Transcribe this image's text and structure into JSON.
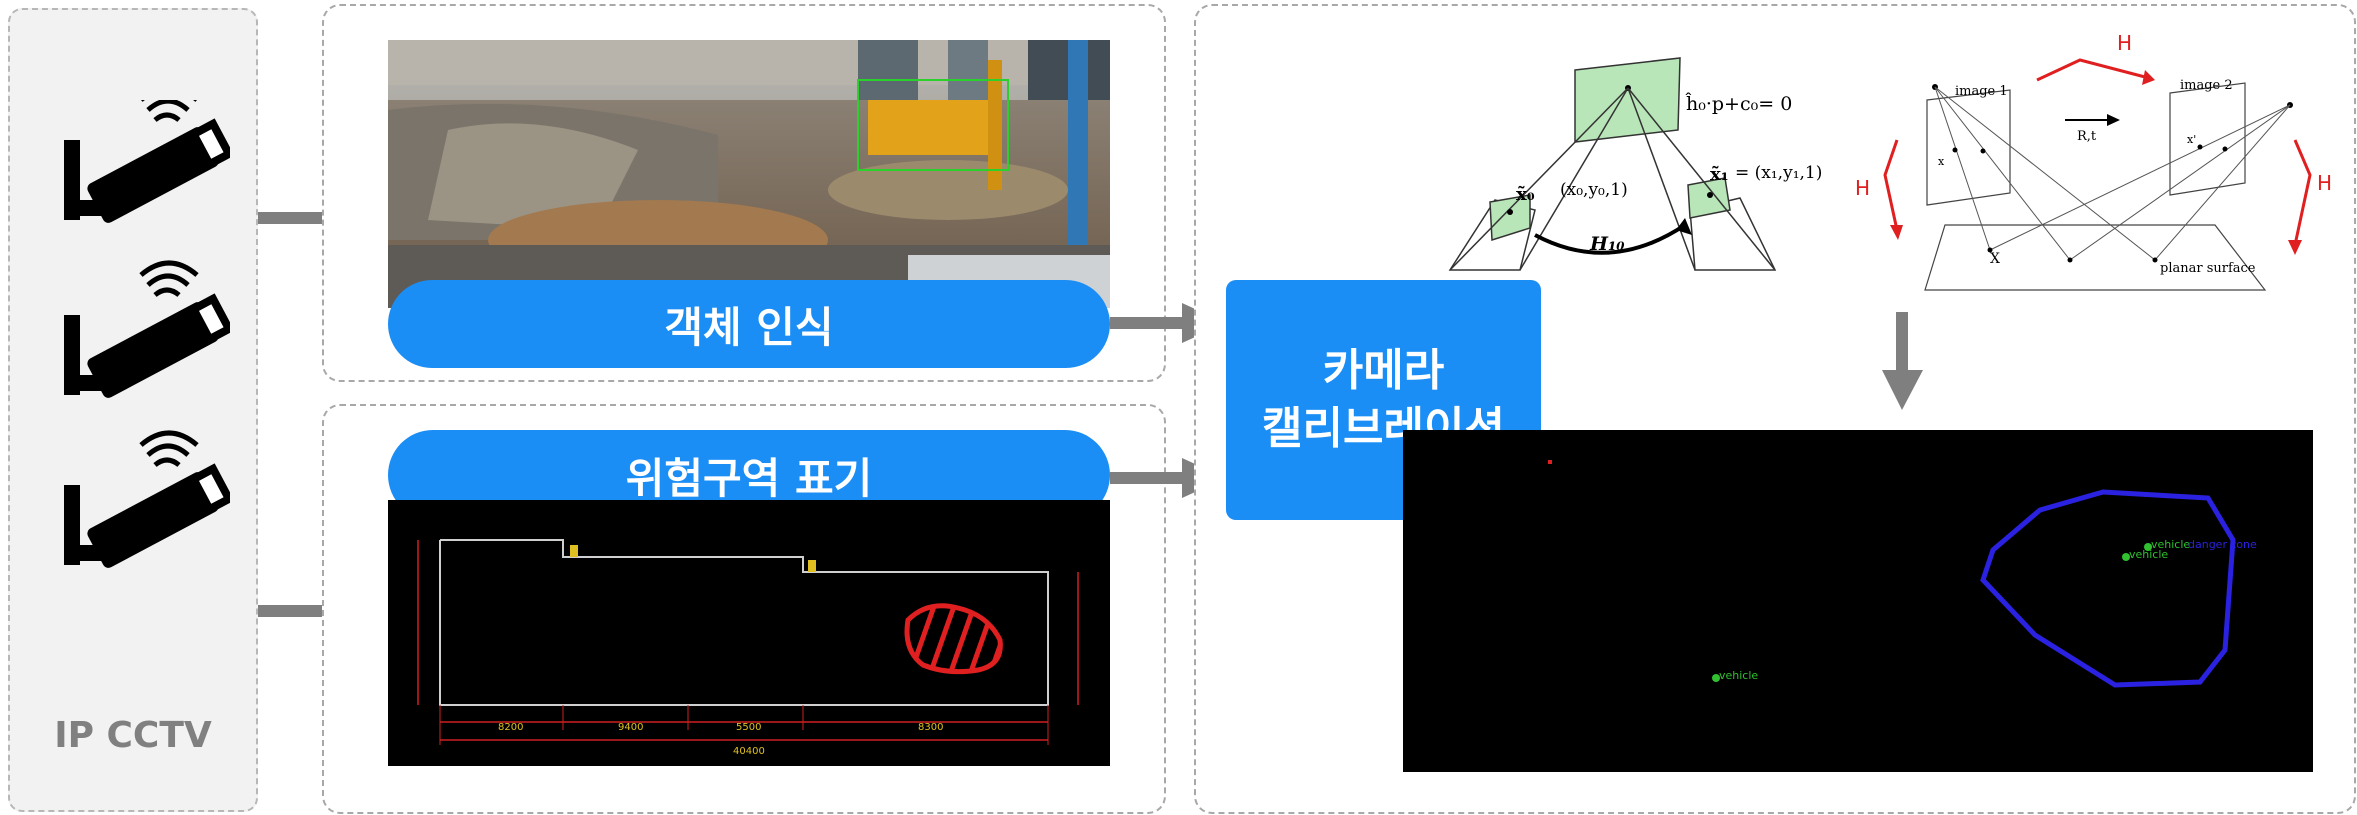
{
  "cctv": {
    "label": "IP CCTV",
    "camera_count": 3
  },
  "panels": {
    "object_detection": {
      "label": "객체 인식"
    },
    "danger_zone": {
      "label": "위험구역 표기"
    },
    "calibration": {
      "line1": "카메라",
      "line2": "캘리브레이션"
    }
  },
  "homography_left": {
    "plane_eq": "ĥ₀·p+c₀= 0",
    "x0_label": "x̃₀",
    "x0_coords": "(x₀,y₀,1)",
    "x1_label": "x̃₁",
    "x1_coords": "= (x₁,y₁,1)",
    "h_label": "H₁₀"
  },
  "homography_right": {
    "image1": "image 1",
    "image2": "image 2",
    "rt": "R,t",
    "h_top": "H",
    "h_left": "H",
    "h_right": "H",
    "x_small": "x",
    "x_prime": "x'",
    "x_big": "X",
    "plane": "planar surface"
  },
  "detections": {
    "labels": [
      "vehicle",
      "vehicle",
      "vehicle"
    ],
    "extra_label": "danger zone"
  },
  "cad_labels": [
    "8200",
    "9400",
    "5500",
    "8300"
  ],
  "cad_total": "40400",
  "colors": {
    "accent": "#1a8ef5",
    "arrow": "#7f7f7f",
    "zone_red": "#e02020",
    "zone_blue": "#2a22e0"
  }
}
